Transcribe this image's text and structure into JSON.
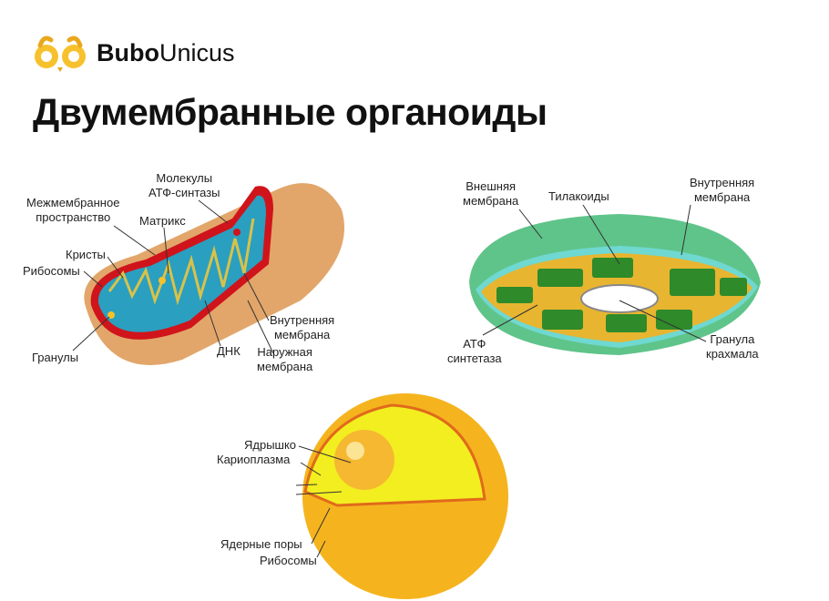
{
  "brand": {
    "name_bold": "Bubo",
    "name_regular": "Unicus",
    "logo_icon": "ok-hands-owl-icon"
  },
  "page_title": "Двумембранные органоиды",
  "mitochondrion": {
    "labels": {
      "atp_synthase": [
        "Молекулы",
        "АТФ-синтазы"
      ],
      "intermembrane": [
        "Межмембранное",
        "пространство"
      ],
      "matrix": "Матрикс",
      "cristae": "Кристы",
      "ribosomes": "Рибосомы",
      "granules": "Гранулы",
      "dna": "ДНК",
      "inner_membrane": [
        "Внутренняя",
        "мембрана"
      ],
      "outer_membrane": [
        "Наружная",
        "мембрана"
      ]
    },
    "colors": {
      "outer": "#e2a66a",
      "membrane": "#d0141b",
      "matrix": "#2a9fc0",
      "cristae": "#d8c24a"
    }
  },
  "chloroplast": {
    "labels": {
      "outer_membrane": [
        "Внешняя",
        "мембрана"
      ],
      "thylakoids": "Тилакоиды",
      "inner_membrane": [
        "Внутренняя",
        "мембрана"
      ],
      "atp_synthase": [
        "АТФ",
        "синтетаза"
      ],
      "starch_granule": [
        "Гранула",
        "крахмала"
      ]
    },
    "colors": {
      "outer": "#5fc48a",
      "stroma": "#e8b530",
      "thylakoid": "#2f8a2a",
      "inner_ring": "#6fd8d0"
    }
  },
  "nucleus": {
    "labels": {
      "nucleolus": "Ядрышко",
      "karyoplasm": "Кариоплазма",
      "nuclear_pores": "Ядерные поры",
      "ribosomes": "Рибосомы"
    },
    "colors": {
      "outer": "#f5b41e",
      "inner": "#f2ee20",
      "envelope": "#e06a1a",
      "nucleolus": "#f6b830"
    }
  }
}
